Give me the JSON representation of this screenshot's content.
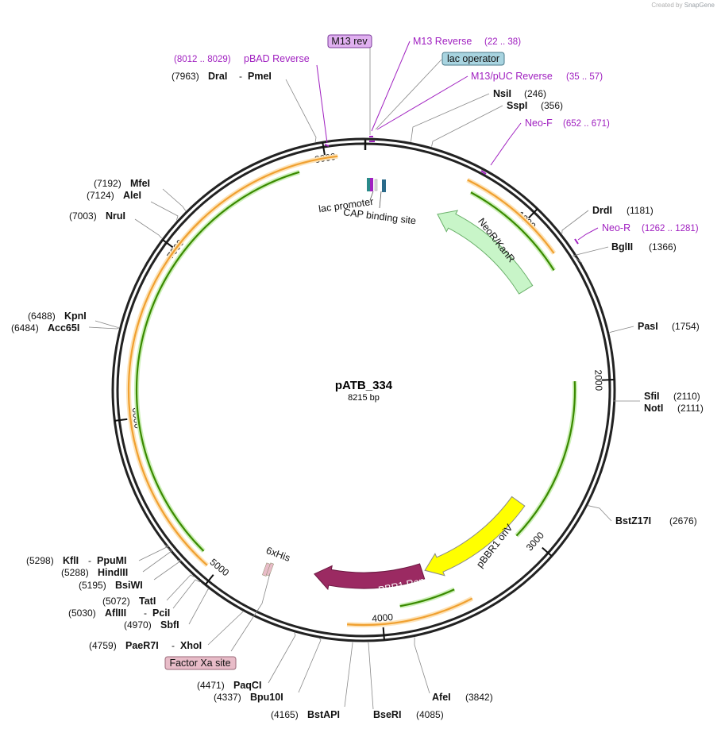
{
  "credit": {
    "prefix": "Created by",
    "brand": "SnapGene"
  },
  "plasmid": {
    "name": "pATB_334",
    "length_label": "8215 bp"
  },
  "sites_right": [
    {
      "name": "NsiI",
      "pos": "(246)"
    },
    {
      "name": "SspI",
      "pos": "(356)"
    },
    {
      "name": "DrdI",
      "pos": "(1181)"
    },
    {
      "name": "BglII",
      "pos": "(1366)"
    },
    {
      "name": "PasI",
      "pos": "(1754)"
    },
    {
      "name": "SfiI",
      "pos": "(2110)"
    },
    {
      "name": "NotI",
      "pos": "(2111)"
    },
    {
      "name": "BstZ17I",
      "pos": "(2676)"
    },
    {
      "name": "AfeI",
      "pos": "(3842)"
    },
    {
      "name": "BseRI",
      "pos": "(4085)"
    }
  ],
  "sites_left": [
    {
      "name": "DraI",
      "sep": "-",
      "name2": "PmeI",
      "pos": "(7963)"
    },
    {
      "name": "MfeI",
      "pos": "(7192)"
    },
    {
      "name": "AleI",
      "pos": "(7124)"
    },
    {
      "name": "NruI",
      "pos": "(7003)"
    },
    {
      "name": "KpnI",
      "pos": "(6488)"
    },
    {
      "name": "Acc65I",
      "pos": "(6484)"
    },
    {
      "name": "KflI",
      "sep": "-",
      "name2": "PpuMI",
      "pos": "(5298)"
    },
    {
      "name": "HindIII",
      "pos": "(5288)"
    },
    {
      "name": "BsiWI",
      "pos": "(5195)"
    },
    {
      "name": "TatI",
      "pos": "(5072)"
    },
    {
      "name": "AflIII",
      "sep": "-",
      "name2": "PciI",
      "pos": "(5030)"
    },
    {
      "name": "SbfI",
      "pos": "(4970)"
    },
    {
      "name": "PaeR7I",
      "sep": "-",
      "name2": "XhoI",
      "pos": "(4759)"
    },
    {
      "name": "PaqCI",
      "pos": "(4471)"
    },
    {
      "name": "Bpu10I",
      "pos": "(4337)"
    },
    {
      "name": "BstAPI",
      "pos": "(4165)"
    }
  ],
  "primers": [
    {
      "name": "M13 Reverse",
      "range": "(22 .. 38)"
    },
    {
      "name": "M13/pUC Reverse",
      "range": "(35 .. 57)"
    },
    {
      "name": "Neo-F",
      "range": "(652 .. 671)"
    },
    {
      "name": "Neo-R",
      "range": "(1262 .. 1281)"
    },
    {
      "name": "pBAD Reverse",
      "range": "(8012 .. 8029)"
    }
  ],
  "boxed_labels": {
    "m13_rev": "M13 rev",
    "lac_operator": "lac operator",
    "factor_xa": "Factor Xa site"
  },
  "features": {
    "neor": "NeoR/KanR",
    "pbbr1_oriv": "pBBR1 oriV",
    "pbbr1_rep": "pBBR1 Rep",
    "lac_promoter": "lac promoter",
    "cap_site": "CAP binding site",
    "his_tag": "6xHis"
  },
  "ticks": [
    "1000",
    "2000",
    "3000",
    "4000",
    "5000",
    "6000",
    "7000",
    "8000"
  ],
  "colors": {
    "neor": "#c8f5c8",
    "oriv": "#ffff00",
    "rep": "#9b2a62",
    "orf_orange": "#f0a030",
    "orf_green": "#3a8a00",
    "primer": "#a020c0",
    "lac_operator_box": "#a8d4e0",
    "m13_box": "#e0b0f0",
    "factor_xa_box": "#e8bcc8"
  }
}
